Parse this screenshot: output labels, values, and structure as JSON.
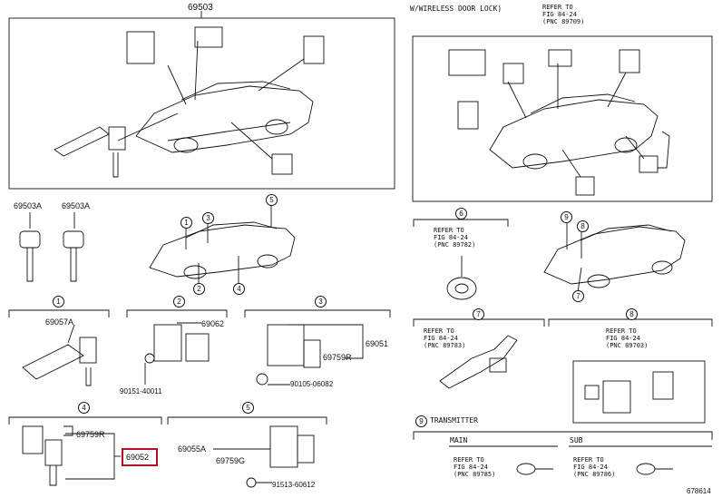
{
  "parts": {
    "main_set": "69503",
    "key_a1": "69503A",
    "key_a2": "69503A",
    "cyl_69057A": "69057A",
    "part_69062": "69062",
    "bolt_90151": "90151-40011",
    "part_69051": "69051",
    "part_69759R_top": "69759R",
    "bolt_90105": "90105-06082",
    "part_69759R_bottom": "69759R",
    "part_69052": "69052",
    "part_69055A": "69055A",
    "part_69759G": "69759G",
    "bolt_91513": "91513-60612"
  },
  "callouts": {
    "c1": "1",
    "c2": "2",
    "c3": "3",
    "c4": "4",
    "c5": "5",
    "c6": "6",
    "c7": "7",
    "c8": "8",
    "c9": "9"
  },
  "labels": {
    "wireless": "W/WIRELESS DOOR LOCK)",
    "transmitter": "TRANSMITTER",
    "main": "MAIN",
    "sub": "SUB",
    "refer_top": "REFER TO\nFIG 84-24\n(PNC 89709)",
    "refer_6": "REFER TO\nFIG 84-24\n(PNC 89782)",
    "refer_7": "REFER TO\nFIG 84-24\n(PNC 89783)",
    "refer_8": "REFER TO\nFIG 84-24\n(PNC 89703)",
    "refer_main": "REFER TO\nFIG 84-24\n(PNC 89785)",
    "refer_sub": "REFER TO\nFIG 84-24\n(PNC 89786)",
    "figure_id": "678614"
  },
  "colors": {
    "line": "#111111",
    "highlight": "#b0102a",
    "background": "#ffffff"
  }
}
